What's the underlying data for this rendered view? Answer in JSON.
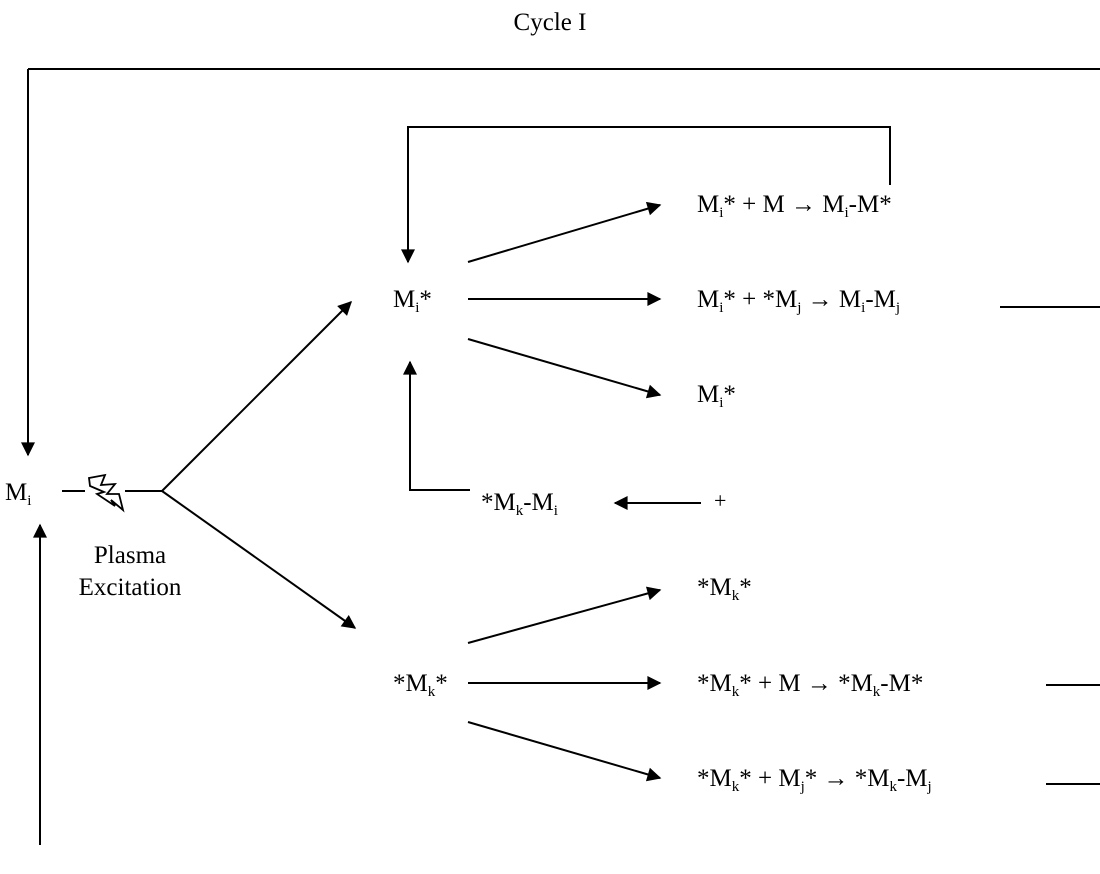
{
  "title": "Cycle I",
  "monomer": "M",
  "monomer_sub": "i",
  "excitation_label_line1": "Plasma",
  "excitation_label_line2": "Excitation",
  "icon": "lightning-bolt-icon",
  "nodes": {
    "mi_star": {
      "a": "M",
      "sub": "i",
      "b": "*"
    },
    "mk_diradical": {
      "a": "*M",
      "sub": "k",
      "b": "*"
    },
    "mk_mi": {
      "a": "*M",
      "sub": "k",
      "b": "-M",
      "sub2": "i"
    },
    "plus": "+"
  },
  "products": {
    "p1": {
      "a": "M",
      "s1": "i",
      "b": "* + M → M",
      "s2": "i",
      "c": "-M*"
    },
    "p2": {
      "a": "M",
      "s1": "i",
      "b": "* + *M",
      "s2": "j",
      "c": " → M",
      "s3": "i",
      "d": "-M",
      "s4": "j"
    },
    "p3": {
      "a": "M",
      "s1": "i",
      "b": "*"
    },
    "p4": {
      "a": "*M",
      "s1": "k",
      "b": "*"
    },
    "p5": {
      "a": "*M",
      "s1": "k",
      "b": "* + M → *M",
      "s2": "k",
      "c": "-M*"
    },
    "p6": {
      "a": "*M",
      "s1": "k",
      "b": "* + M",
      "s2": "j",
      "c": "* → *M",
      "s3": "k",
      "d": "-M",
      "s4": "j"
    }
  }
}
